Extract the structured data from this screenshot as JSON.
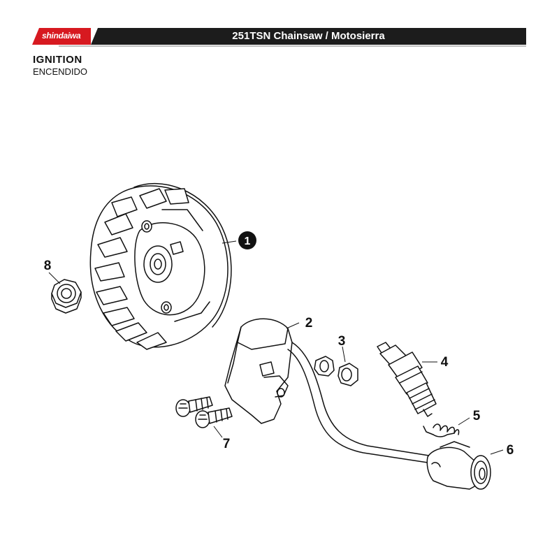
{
  "header": {
    "brand": "shindaiwa",
    "title": "251TSN Chainsaw / Motosierra",
    "brand_color": "#d71920",
    "bar_color": "#1c1c1c"
  },
  "section": {
    "title": "IGNITION",
    "subtitle": "ENCENDIDO"
  },
  "callouts": [
    {
      "id": "flywheel",
      "label": "1"
    },
    {
      "id": "ignition-coil",
      "label": "2"
    },
    {
      "id": "grommet",
      "label": "3"
    },
    {
      "id": "spark-plug",
      "label": "4"
    },
    {
      "id": "spring",
      "label": "5"
    },
    {
      "id": "plug-cap",
      "label": "6"
    },
    {
      "id": "bolts",
      "label": "7"
    },
    {
      "id": "nut",
      "label": "8"
    }
  ]
}
